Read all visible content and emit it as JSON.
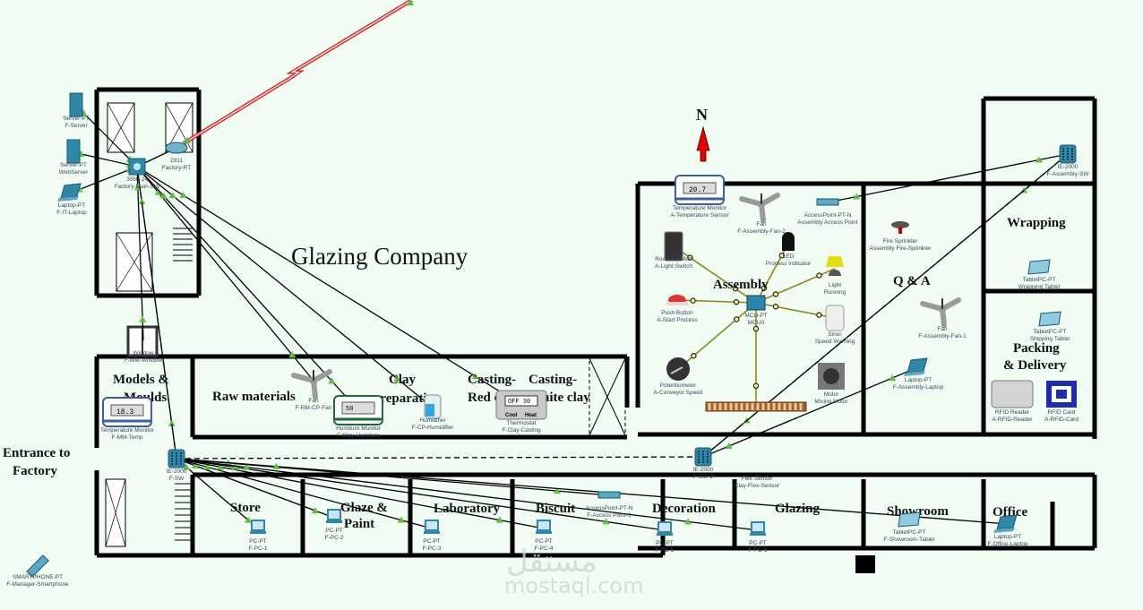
{
  "title": "Glazing Company",
  "compass": {
    "label": "N",
    "icon": "north-arrow-icon",
    "color": "#e60000"
  },
  "colors": {
    "background": "#f1fcf3",
    "wan_link": "#e31b1b",
    "iot_link": "#8b8a12",
    "link_arrow": "#59c13e",
    "device": "#2f88a8"
  },
  "rooms": [
    {
      "id": "models",
      "lines": [
        "Models &",
        "Moulds"
      ]
    },
    {
      "id": "raw",
      "lines": [
        "Raw materials"
      ]
    },
    {
      "id": "clay",
      "lines": [
        "Clay",
        "preparation"
      ]
    },
    {
      "id": "red",
      "lines": [
        "Casting-",
        "Red clay"
      ]
    },
    {
      "id": "white",
      "lines": [
        "Casting-",
        "White clay"
      ]
    },
    {
      "id": "assembly",
      "lines": [
        "Assembly"
      ]
    },
    {
      "id": "qa",
      "lines": [
        "Q & A"
      ]
    },
    {
      "id": "wrapping",
      "lines": [
        "Wrapping"
      ]
    },
    {
      "id": "packing",
      "lines": [
        "Packing",
        "& Delivery"
      ]
    },
    {
      "id": "entrance",
      "lines": [
        "Entrance to",
        "Factory"
      ]
    },
    {
      "id": "store",
      "lines": [
        "Store"
      ]
    },
    {
      "id": "glaze",
      "lines": [
        "Glaze &",
        "Paint"
      ]
    },
    {
      "id": "lab",
      "lines": [
        "Laboratory"
      ]
    },
    {
      "id": "biscuit",
      "lines": [
        "Biscuit"
      ]
    },
    {
      "id": "decoration",
      "lines": [
        "Decoration"
      ]
    },
    {
      "id": "glazing",
      "lines": [
        "Glazing"
      ]
    },
    {
      "id": "showroom",
      "lines": [
        "Showroom"
      ]
    },
    {
      "id": "office",
      "lines": [
        "Office"
      ]
    }
  ],
  "devices": [
    {
      "id": "server",
      "type": "server",
      "model": "Server-PT",
      "name": "F-Server"
    },
    {
      "id": "webserver",
      "type": "server",
      "model": "Server-PT",
      "name": "WebServer"
    },
    {
      "id": "itlaptop",
      "type": "laptop",
      "model": "Laptop-PT",
      "name": "F-IT-Laptop"
    },
    {
      "id": "mainsw",
      "type": "switch3560",
      "model": "3560-24",
      "name": "Factory-Main-SW"
    },
    {
      "id": "router",
      "type": "router",
      "model": "2911",
      "name": "Factory-RT"
    },
    {
      "id": "window",
      "type": "window",
      "model": "Window",
      "name": "F-MM-Window"
    },
    {
      "id": "tempmm",
      "type": "tempmon",
      "model": "Temperature Monitor",
      "name": "F-MM-Temp",
      "reading": "18.3"
    },
    {
      "id": "fanraw",
      "type": "fan",
      "model": "Fan",
      "name": "F-RM-CP-Fan"
    },
    {
      "id": "humidmon",
      "type": "humidmon",
      "model": "Humiture Monitor",
      "name": "F-Clay-Humiture",
      "reading": "50"
    },
    {
      "id": "humidifier",
      "type": "humidifier",
      "model": "Humidifier",
      "name": "F-CP-Humidifier"
    },
    {
      "id": "thermostat",
      "type": "thermostat",
      "model": "Thermostat",
      "name": "F-Clay-Casting",
      "reading": "OFF 30",
      "buttons": [
        "Cool",
        "Heat"
      ]
    },
    {
      "id": "ie2000main",
      "type": "ie2000",
      "model": "IE-2000",
      "name": "F-SW"
    },
    {
      "id": "pc1",
      "type": "pc",
      "model": "PC-PT",
      "name": "F-PC-1"
    },
    {
      "id": "pc2",
      "type": "pc",
      "model": "PC-PT",
      "name": "F-PC-2"
    },
    {
      "id": "pc3",
      "type": "pc",
      "model": "PC-PT",
      "name": "F-PC-3"
    },
    {
      "id": "pc4",
      "type": "pc",
      "model": "PC-PT",
      "name": "F-PC-4"
    },
    {
      "id": "ap1",
      "type": "ap",
      "model": "AccessPoint-PT-N",
      "name": "F-Access Point-1"
    },
    {
      "id": "pc5",
      "type": "pc",
      "model": "PC-PT",
      "name": "F-PC-5"
    },
    {
      "id": "pc6",
      "type": "pc",
      "model": "PC-PT",
      "name": "F-PC-6"
    },
    {
      "id": "ie2000mid",
      "type": "ie2000",
      "model": "IE-2000",
      "name": "F-SW-2"
    },
    {
      "id": "flex",
      "type": "none",
      "model": "Flex Sensor",
      "name": "Clay-Flex-Sensor"
    },
    {
      "id": "showtablet",
      "type": "tablet",
      "model": "TabletPC-PT",
      "name": "F-Showroom-Tablet"
    },
    {
      "id": "officelaptop",
      "type": "laptop",
      "model": "Laptop-PT",
      "name": "F-Office-Laptop"
    },
    {
      "id": "smartphone",
      "type": "phone",
      "model": "SMARTPHONE-PT",
      "name": "F-Manager-Smartphone"
    },
    {
      "id": "tempasm",
      "type": "tempmon",
      "model": "Temperature Monitor",
      "name": "A-Temperature Sensor",
      "reading": "20.7"
    },
    {
      "id": "fan2",
      "type": "fan",
      "model": "Fan",
      "name": "F-Assembly-Fan-2"
    },
    {
      "id": "apasm",
      "type": "ap",
      "model": "AccessPoint-PT-N",
      "name": "Assembly Access Point"
    },
    {
      "id": "rocker",
      "type": "rocker",
      "model": "Rocker Switch",
      "name": "A-Light-Switch"
    },
    {
      "id": "led",
      "type": "led",
      "model": "LED",
      "name": "Process Indicator"
    },
    {
      "id": "light",
      "type": "light",
      "model": "Light",
      "name": "Running"
    },
    {
      "id": "pushbtn",
      "type": "pushbtn",
      "model": "Push Button",
      "name": "A-Start Process"
    },
    {
      "id": "mcu",
      "type": "mcu",
      "model": "MCU-PT",
      "name": "MCU0"
    },
    {
      "id": "siren",
      "type": "siren",
      "model": "Siren",
      "name": "Speed Warning"
    },
    {
      "id": "pot",
      "type": "pot",
      "model": "Potentiometer",
      "name": "A-Conveyor Speed"
    },
    {
      "id": "motor",
      "type": "motor",
      "model": "Motor",
      "name": "Mixing Motor"
    },
    {
      "id": "conveyor",
      "type": "conveyor",
      "model": "",
      "name": ""
    },
    {
      "id": "sprinkler",
      "type": "sprinkler",
      "model": "Fire Sprinkler",
      "name": "Assembly Fire-Sprinkler"
    },
    {
      "id": "asmsw",
      "type": "ie2000",
      "model": "IE-2000",
      "name": "F-Assembly-SW"
    },
    {
      "id": "wraptablet",
      "type": "tablet",
      "model": "TabletPC-PT",
      "name": "Wrapping Tablet"
    },
    {
      "id": "fan1",
      "type": "fan",
      "model": "Fan",
      "name": "F-Assembly-Fan-1"
    },
    {
      "id": "asmlaptop",
      "type": "laptop",
      "model": "Laptop-PT",
      "name": "F-Assembly-Laptop"
    },
    {
      "id": "shiptablet",
      "type": "tablet",
      "model": "TabletPC-PT",
      "name": "Shipping Tablet"
    },
    {
      "id": "rfidreader",
      "type": "rfidreader",
      "model": "RFID Reader",
      "name": "A-RFID-Reader"
    },
    {
      "id": "rfidcard",
      "type": "rfidcard",
      "model": "RFID Card",
      "name": "A-RFID-Card"
    }
  ],
  "links": {
    "wan": [
      [
        "router",
        "offscreen"
      ]
    ],
    "ethernet": [
      [
        "server",
        "mainsw"
      ],
      [
        "webserver",
        "mainsw"
      ],
      [
        "itlaptop",
        "mainsw"
      ],
      [
        "router",
        "mainsw"
      ],
      [
        "mainsw",
        "window"
      ],
      [
        "mainsw",
        "ie2000main"
      ],
      [
        "mainsw",
        "fanraw"
      ],
      [
        "mainsw",
        "humidmon"
      ],
      [
        "mainsw",
        "humidifier"
      ],
      [
        "mainsw",
        "thermostat"
      ],
      [
        "ie2000main",
        "pc1"
      ],
      [
        "ie2000main",
        "pc2"
      ],
      [
        "ie2000main",
        "pc3"
      ],
      [
        "ie2000main",
        "pc4"
      ],
      [
        "ie2000main",
        "ap1"
      ],
      [
        "ie2000main",
        "pc5"
      ],
      [
        "ie2000main",
        "pc6"
      ],
      [
        "ie2000main",
        "officelaptop"
      ],
      [
        "ie2000mid",
        "asmlaptop"
      ],
      [
        "ie2000mid",
        "asmsw"
      ],
      [
        "apasm",
        "asmsw"
      ]
    ],
    "dashed": [
      [
        "mainsw",
        "ie2000main"
      ],
      [
        "ie2000main",
        "ie2000mid"
      ],
      [
        "ie2000mid",
        "asmsw"
      ]
    ],
    "iot": [
      [
        "mcu",
        "rocker"
      ],
      [
        "mcu",
        "led"
      ],
      [
        "mcu",
        "light"
      ],
      [
        "mcu",
        "pushbtn"
      ],
      [
        "mcu",
        "siren"
      ],
      [
        "mcu",
        "pot"
      ],
      [
        "mcu",
        "conveyor"
      ]
    ]
  },
  "watermark": {
    "arabic": "مستقل",
    "url": "mostaql.com"
  }
}
